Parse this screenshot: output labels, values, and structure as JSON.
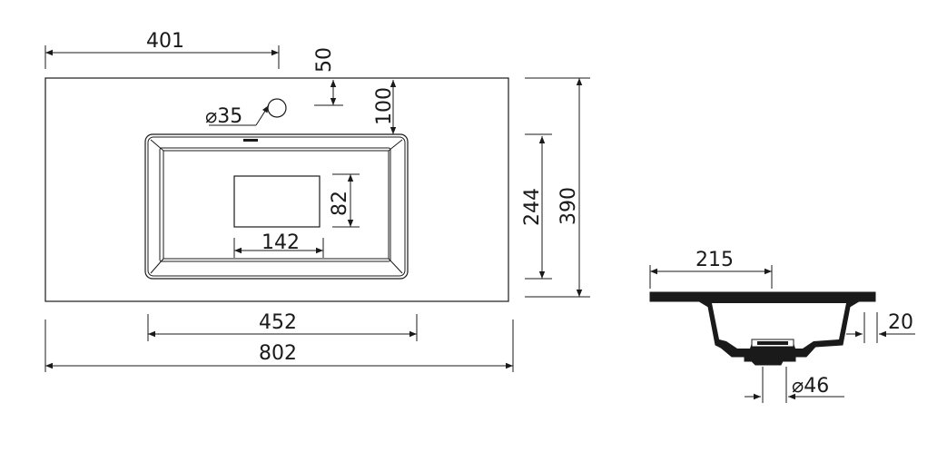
{
  "dimensions": {
    "tap_offset": "401",
    "tap_hole_depth": "50",
    "bowl_top_offset": "100",
    "tap_hole_diameter": "35",
    "drain_height": "82",
    "drain_width": "142",
    "bowl_depth_inner": "244",
    "overall_depth": "390",
    "bowl_width": "452",
    "overall_width": "802",
    "profile_top_width": "215",
    "slab_thickness": "20",
    "drain_diameter": "46"
  },
  "symbols": {
    "diameter": "⌀"
  }
}
